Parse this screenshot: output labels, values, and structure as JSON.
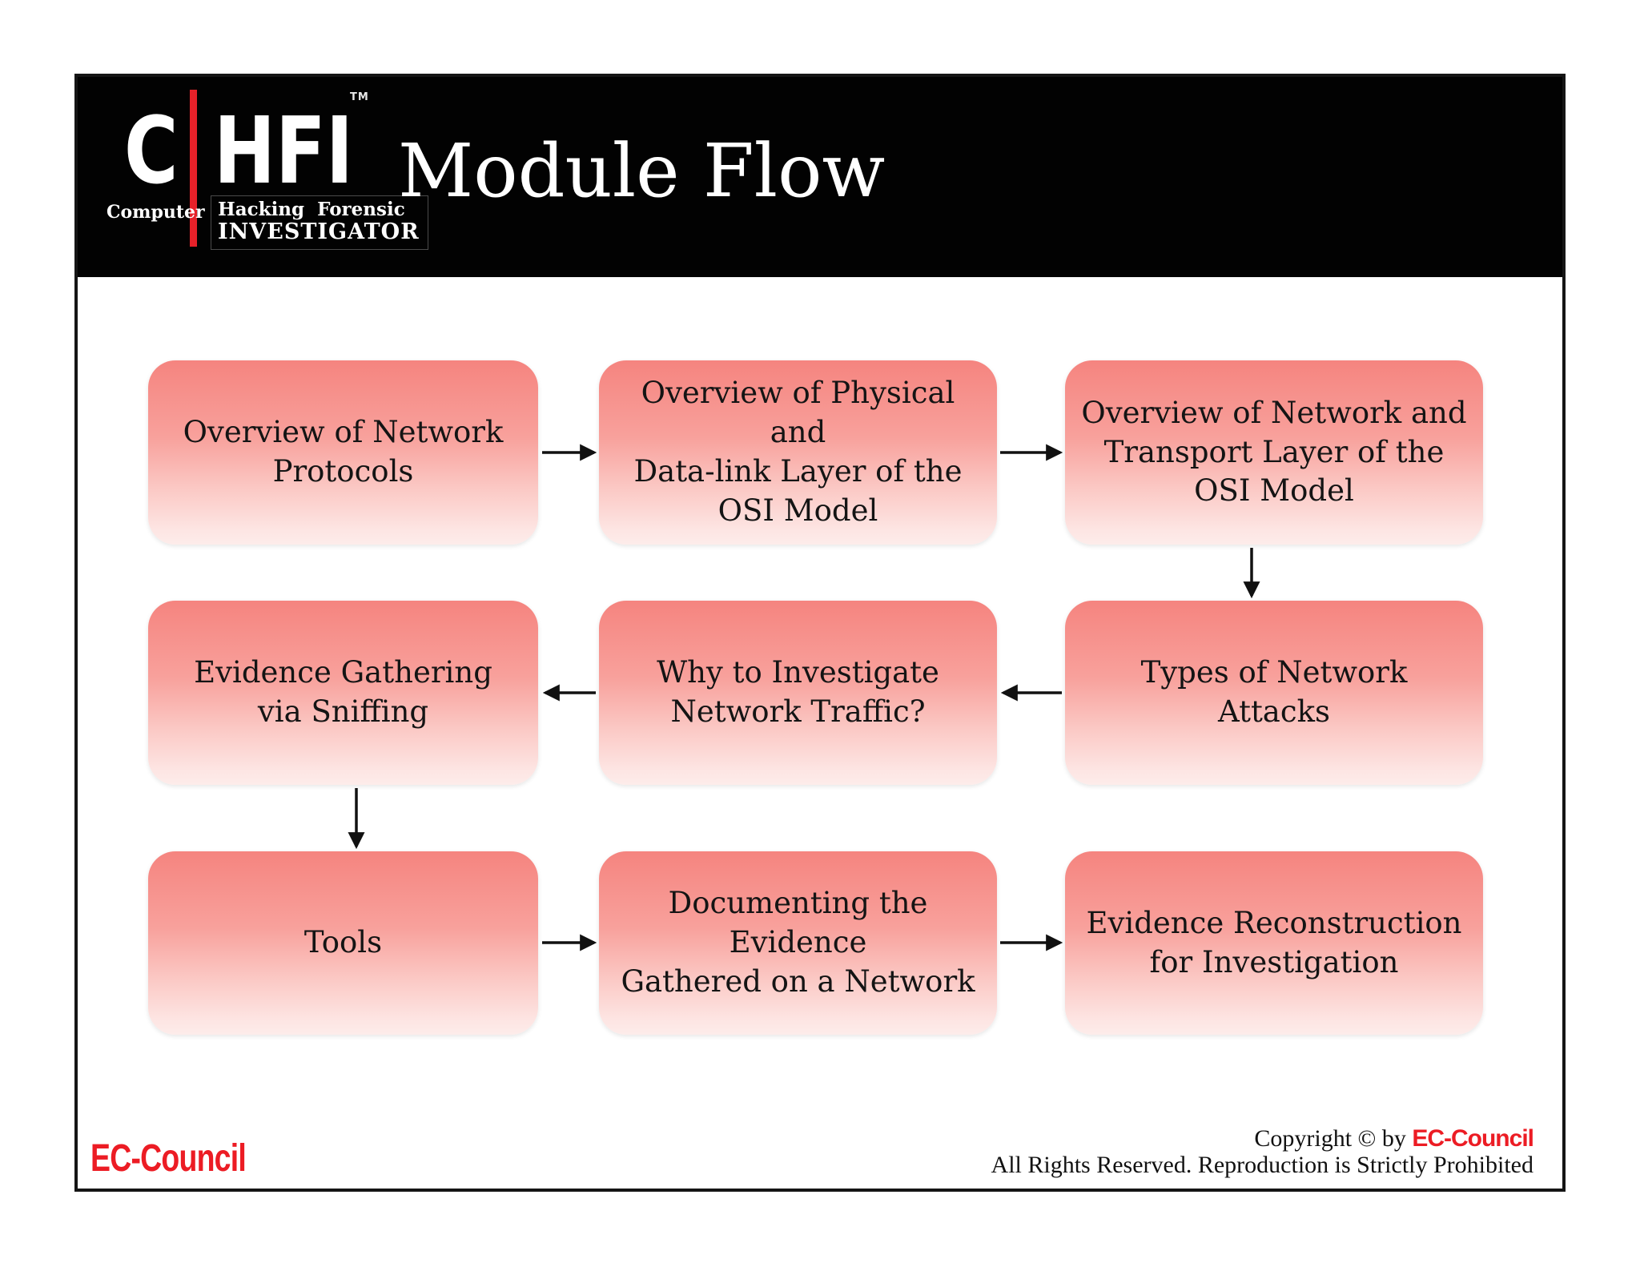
{
  "header": {
    "logo": {
      "c": "C",
      "hfi": "HFI",
      "tm": "TM",
      "computer": "Computer",
      "line1": "Hacking Forensic",
      "line2": "INVESTIGATOR"
    },
    "title": "Module Flow"
  },
  "boxes": [
    {
      "id": "overview-network-protocols",
      "label": "Overview of Network\nProtocols"
    },
    {
      "id": "physical-datalink-osi",
      "label": "Overview of Physical and\nData-link Layer of the\nOSI Model"
    },
    {
      "id": "network-transport-osi",
      "label": "Overview of Network and\nTransport Layer of the\nOSI Model"
    },
    {
      "id": "evidence-gathering-sniffing",
      "label": "Evidence Gathering\nvia Sniffing"
    },
    {
      "id": "why-investigate-traffic",
      "label": "Why to Investigate\nNetwork Traffic?"
    },
    {
      "id": "types-network-attacks",
      "label": "Types of Network Attacks"
    },
    {
      "id": "tools",
      "label": "Tools"
    },
    {
      "id": "documenting-evidence",
      "label": "Documenting the Evidence\nGathered on a Network"
    },
    {
      "id": "evidence-reconstruction",
      "label": "Evidence Reconstruction\nfor Investigation"
    }
  ],
  "flow_sequence": [
    "overview-network-protocols",
    "physical-datalink-osi",
    "network-transport-osi",
    "types-network-attacks",
    "why-investigate-traffic",
    "evidence-gathering-sniffing",
    "tools",
    "documenting-evidence",
    "evidence-reconstruction"
  ],
  "footer": {
    "brand": "EC-Council",
    "copyright_prefix": "Copyright © by ",
    "copyright_brand": "EC-Council",
    "rights": "All Rights Reserved. Reproduction is Strictly Prohibited"
  },
  "colors": {
    "accent_red": "#EC1C24",
    "logo_bar_red": "#E62129",
    "header_bg": "#020202",
    "box_gradient_top": "#F5847F",
    "box_gradient_bottom": "#FDECEA",
    "box_text": "#141414"
  }
}
